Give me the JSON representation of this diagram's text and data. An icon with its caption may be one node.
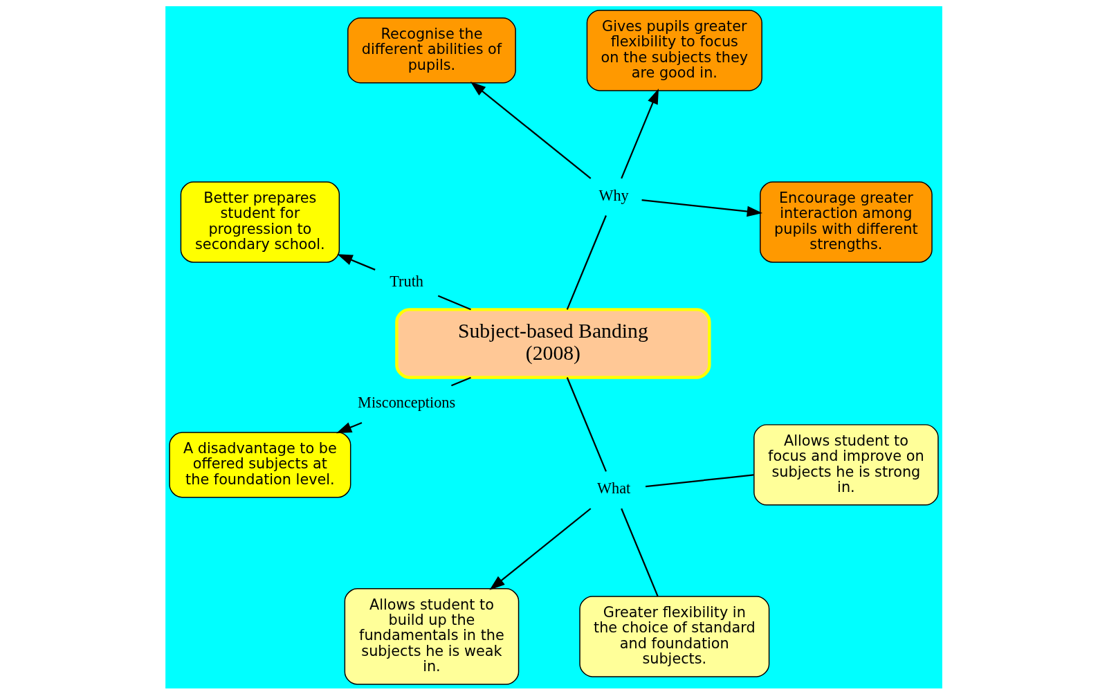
{
  "diagram": {
    "nodes": [
      {
        "text": [
          "Subject-based Banding (2008)"
        ]
      },
      {
        "text": [
          "Why"
        ]
      },
      {
        "text": [
          "Encourage greater interaction among pupils with different strengths."
        ]
      },
      {
        "text": [
          "Gives pupils greater flexibility to focus on the subjects they are good in."
        ]
      },
      {
        "text": [
          "Recognise the different abilities of pupils."
        ]
      },
      {
        "text": [
          "Truth"
        ]
      },
      {
        "text": [
          "Better prepares student for progression to secondary school."
        ]
      },
      {
        "text": [
          "Misconceptions"
        ]
      },
      {
        "text": [
          "A disadvantage to be offered subjects at the foundation level."
        ]
      },
      {
        "text": [
          "What"
        ]
      },
      {
        "text": [
          "Allows student to build up the fundamentals in the subjects he is weak in."
        ]
      },
      {
        "text": [
          "Greater flexibility in the choice of standard and foundation subjects."
        ]
      },
      {
        "text": [
          "Allows student to focus and improve on subjects he is strong in."
        ]
      }
    ],
    "edges": [
      {
        "from": 0,
        "to": 1,
        "arrow": "none"
      },
      {
        "from": 1,
        "to": 2,
        "arrow": "to"
      },
      {
        "from": 1,
        "to": 3,
        "arrow": "to"
      },
      {
        "from": 1,
        "to": 4,
        "arrow": "to"
      },
      {
        "from": 0,
        "to": 5,
        "arrow": "none"
      },
      {
        "from": 5,
        "to": 6,
        "arrow": "to"
      },
      {
        "from": 0,
        "to": 7,
        "arrow": "none"
      },
      {
        "from": 7,
        "to": 8,
        "arrow": "to"
      },
      {
        "from": 0,
        "to": 9,
        "arrow": "none"
      },
      {
        "from": 9,
        "to": 10,
        "arrow": "to"
      },
      {
        "from": 9,
        "to": 11,
        "arrow": "none"
      },
      {
        "from": 9,
        "to": 12,
        "arrow": "none"
      }
    ]
  }
}
